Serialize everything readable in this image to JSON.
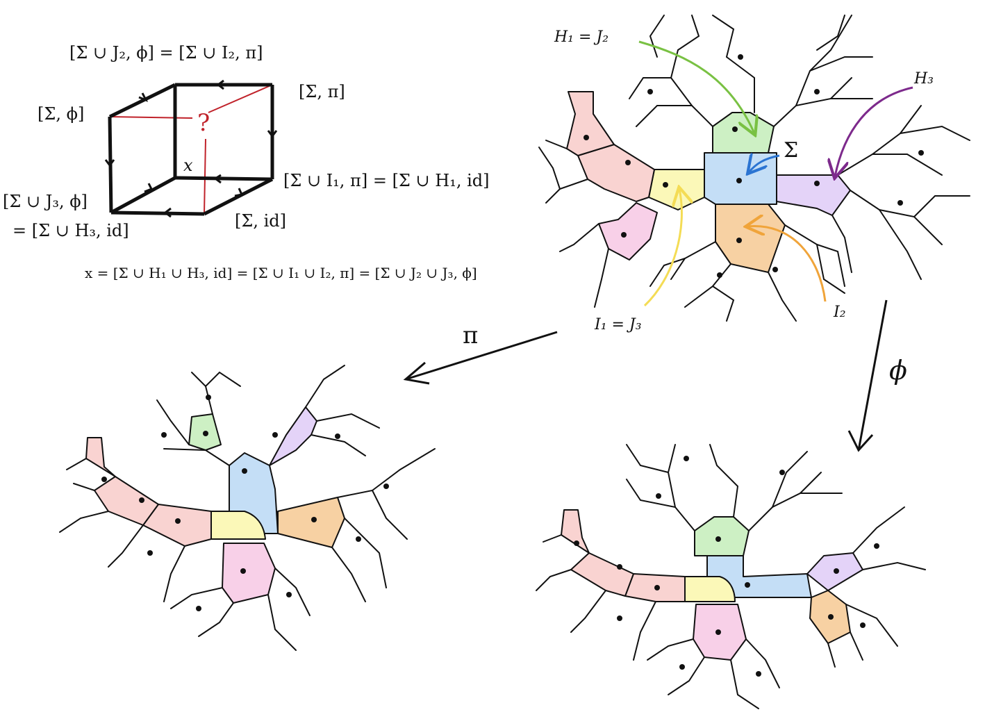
{
  "cube": {
    "top_label": "[Σ ∪ J₂, ϕ] = [Σ ∪ I₂, π]",
    "top_right_label": "[Σ, π]",
    "top_left_label": "[Σ, ϕ]",
    "question_mark": "?",
    "x_label": "x",
    "right_label": "[Σ ∪ I₁, π] = [Σ ∪ H₁, id]",
    "bottom_left_label_1": "[Σ ∪ J₃, ϕ]",
    "bottom_left_label_2": "= [Σ ∪ H₃, id]",
    "bottom_label": "[Σ, id]",
    "equation": "x = [Σ ∪ H₁ ∪ H₃, id] = [Σ ∪ I₁ ∪ I₂, π] = [Σ ∪ J₂ ∪ J₃, ϕ]"
  },
  "top_tree": {
    "labels": {
      "h1_j2": "H₁ = J₂",
      "h3": "H₃",
      "sigma": "Σ",
      "i1_j3": "I₁ = J₃",
      "i2": "I₂"
    }
  },
  "maps": {
    "pi_label": "π",
    "phi_label": "ϕ"
  },
  "colors": {
    "blue": "#c4def6",
    "green": "#cdf0c4",
    "yellow": "#fbf8b8",
    "orange": "#f7d1a3",
    "purple": "#e4d3f8",
    "pink": "#f8d0e8",
    "red": "#f9d3d1",
    "cube_red": "#c0222a",
    "arrow_green": "#79c143",
    "arrow_purple": "#7d2a8c",
    "arrow_blue": "#2b74d2",
    "arrow_yellow": "#f4dc55",
    "arrow_orange": "#f0a43a"
  }
}
